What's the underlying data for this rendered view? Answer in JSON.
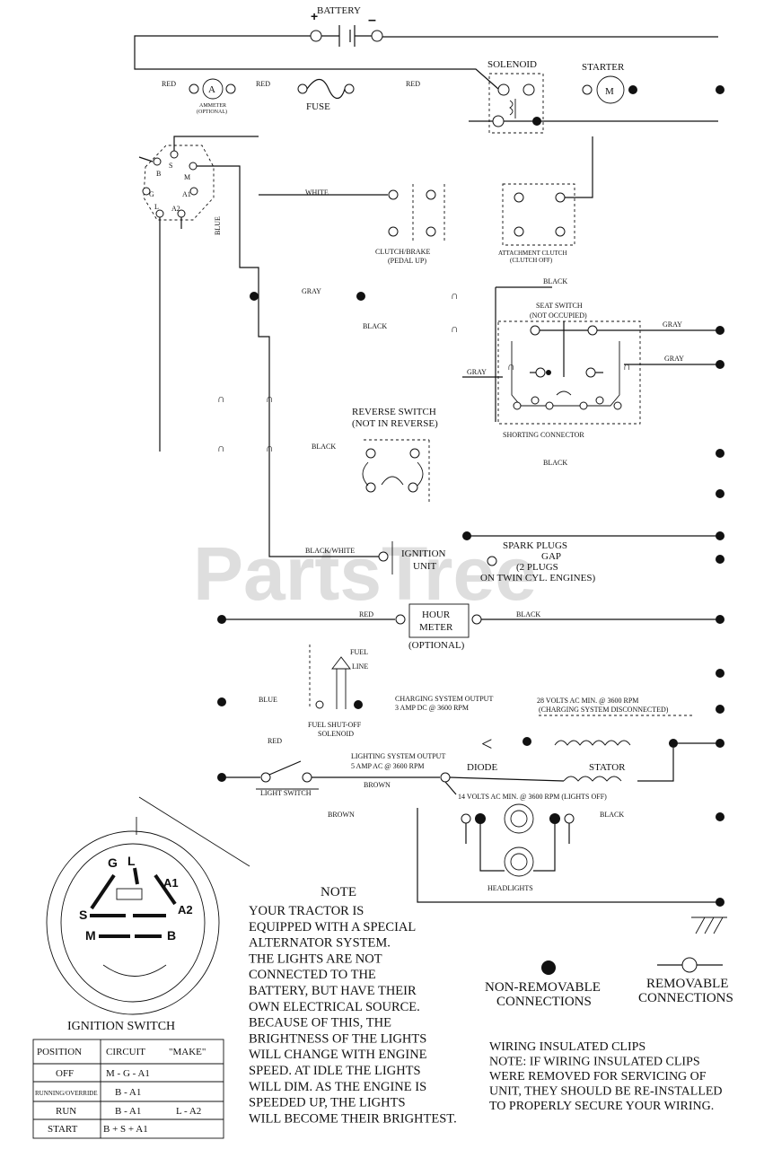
{
  "watermark": "PartsTree",
  "colors": {
    "ink": "#111111",
    "watermark": "#c9c9c9",
    "background": "#ffffff"
  },
  "components": {
    "battery": "BATTERY",
    "solenoid": "SOLENOID",
    "starter": "STARTER",
    "starter_symbol": "M",
    "ammeter_symbol": "A",
    "ammeter": "AMMETER",
    "ammeter_optional": "(OPTIONAL)",
    "fuse": "FUSE",
    "clutch_brake": "CLUTCH/BRAKE",
    "clutch_brake_sub": "(PEDAL UP)",
    "attachment_clutch": "ATTACHMENT CLUTCH",
    "attachment_clutch_sub": "(CLUTCH OFF)",
    "seat_switch": "SEAT SWITCH",
    "seat_switch_sub": "(NOT OCCUPIED)",
    "shorting_connector": "SHORTING CONNECTOR",
    "reverse_switch": "REVERSE SWITCH",
    "reverse_switch_sub": "(NOT IN REVERSE)",
    "ignition_unit_1": "IGNITION",
    "ignition_unit_2": "UNIT",
    "spark_plugs_1": "SPARK PLUGS",
    "spark_plugs_2": "GAP",
    "spark_plugs_3": "(2 PLUGS",
    "spark_plugs_4": "ON TWIN CYL. ENGINES)",
    "hour_meter_1": "HOUR",
    "hour_meter_2": "METER",
    "hour_meter_sub": "(OPTIONAL)",
    "fuel_line_1": "FUEL",
    "fuel_line_2": "LINE",
    "fuel_solenoid_1": "FUEL SHUT-OFF",
    "fuel_solenoid_2": "SOLENOID",
    "charging_output_1": "CHARGING SYSTEM OUTPUT",
    "charging_output_2": "3 AMP DC @ 3600 RPM",
    "charging_volts_1": "28 VOLTS AC MIN. @ 3600 RPM",
    "charging_volts_2": "(CHARGING SYSTEM DISCONNECTED)",
    "lighting_output_1": "LIGHTING SYSTEM OUTPUT",
    "lighting_output_2": "5 AMP AC @ 3600 RPM",
    "diode": "DIODE",
    "stator": "STATOR",
    "light_switch": "LIGHT SWITCH",
    "lights_volts": "14 VOLTS AC MIN. @ 3600 RPM (LIGHTS OFF)",
    "headlights": "HEADLIGHTS",
    "ignition_switch": "IGNITION SWITCH"
  },
  "wire_colors": {
    "red_1": "RED",
    "red_2": "RED",
    "red_3": "RED",
    "red_4": "RED",
    "white": "WHITE",
    "blue_1": "BLUE",
    "blue_2": "BLUE",
    "gray_1": "GRAY",
    "gray_2": "GRAY",
    "gray_3": "GRAY",
    "gray_4": "GRAY",
    "black_1": "BLACK",
    "black_2": "BLACK",
    "black_3": "BLACK",
    "black_4": "BLACK",
    "black_5": "BLACK",
    "black_white": "BLACK/WHITE",
    "brown_1": "BROWN",
    "brown_2": "BROWN"
  },
  "ignition_terminals": {
    "outer": [
      "B",
      "S",
      "M",
      "G",
      "A1",
      "L",
      "A2"
    ],
    "g": "G",
    "l": "L",
    "a1": "A1",
    "a2": "A2",
    "s": "S",
    "m": "M",
    "b": "B"
  },
  "note": {
    "title": "NOTE",
    "lines": [
      "YOUR TRACTOR IS",
      "EQUIPPED WITH A SPECIAL",
      "ALTERNATOR SYSTEM.",
      "THE LIGHTS ARE NOT",
      "CONNECTED TO THE",
      "BATTERY, BUT HAVE THEIR",
      "OWN ELECTRICAL SOURCE.",
      "BECAUSE OF THIS, THE",
      "BRIGHTNESS OF THE LIGHTS",
      "WILL CHANGE WITH ENGINE",
      "SPEED.  AT IDLE THE LIGHTS",
      "WILL DIM.  AS THE ENGINE IS",
      "SPEEDED UP, THE LIGHTS",
      "WILL BECOME THEIR BRIGHTEST."
    ]
  },
  "legend": {
    "non_removable_1": "NON-REMOVABLE",
    "non_removable_2": "CONNECTIONS",
    "removable_1": "REMOVABLE",
    "removable_2": "CONNECTIONS"
  },
  "clips_note": {
    "lines": [
      "WIRING INSULATED CLIPS",
      "NOTE:  IF WIRING INSULATED CLIPS",
      "WERE REMOVED FOR SERVICING OF",
      "UNIT, THEY SHOULD BE RE-INSTALLED",
      "TO PROPERLY SECURE YOUR WIRING."
    ]
  },
  "switch_table": {
    "headers": [
      "POSITION",
      "CIRCUIT",
      "\"MAKE\""
    ],
    "rows": [
      {
        "position": "OFF",
        "circuit": "M - G - A1",
        "make2": ""
      },
      {
        "position": "RUNNING/OVERRIDE",
        "circuit": "B - A1",
        "make2": ""
      },
      {
        "position": "RUN",
        "circuit": "B - A1",
        "make2": "L - A2"
      },
      {
        "position": "START",
        "circuit": "B + S + A1",
        "make2": ""
      }
    ]
  }
}
